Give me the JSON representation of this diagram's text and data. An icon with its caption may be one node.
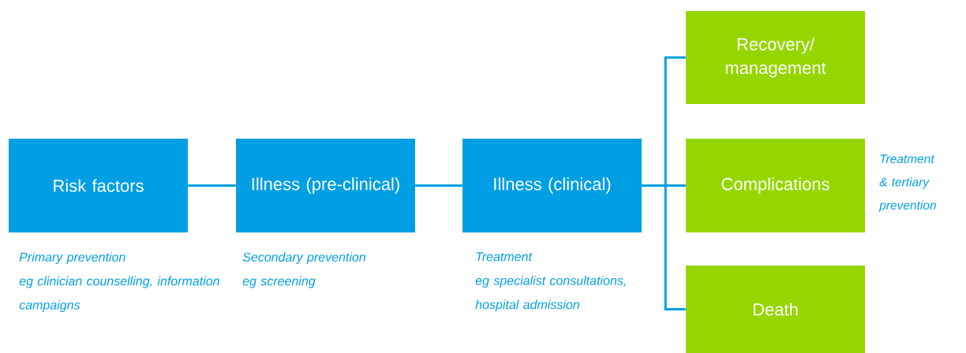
{
  "diagram": {
    "nodes": [
      {
        "text": [
          "Risk factors"
        ],
        "beside": [
          "Primary prevention",
          "eg clinician counselling, information campaigns"
        ]
      },
      {
        "text": [
          "Illness (pre-clinical)"
        ],
        "beside": [
          "Secondary prevention",
          "eg screening"
        ]
      },
      {
        "text": [
          "Illness (clinical)"
        ],
        "beside": [
          "Treatment",
          "eg specialist consultations, hospital admission"
        ]
      },
      {
        "text": [
          "Recovery/ management"
        ]
      },
      {
        "text": [
          "Complications"
        ],
        "beside": [
          "Treatment & tertiary prevention"
        ]
      },
      {
        "text": [
          "Death"
        ]
      }
    ],
    "edges": [
      {
        "from": 0,
        "to": 1,
        "arrow": "none"
      },
      {
        "from": 1,
        "to": 2,
        "arrow": "none"
      },
      {
        "from": 2,
        "to": 3,
        "arrow": "none"
      },
      {
        "from": 2,
        "to": 4,
        "arrow": "none"
      },
      {
        "from": 2,
        "to": 5,
        "arrow": "none"
      }
    ]
  }
}
